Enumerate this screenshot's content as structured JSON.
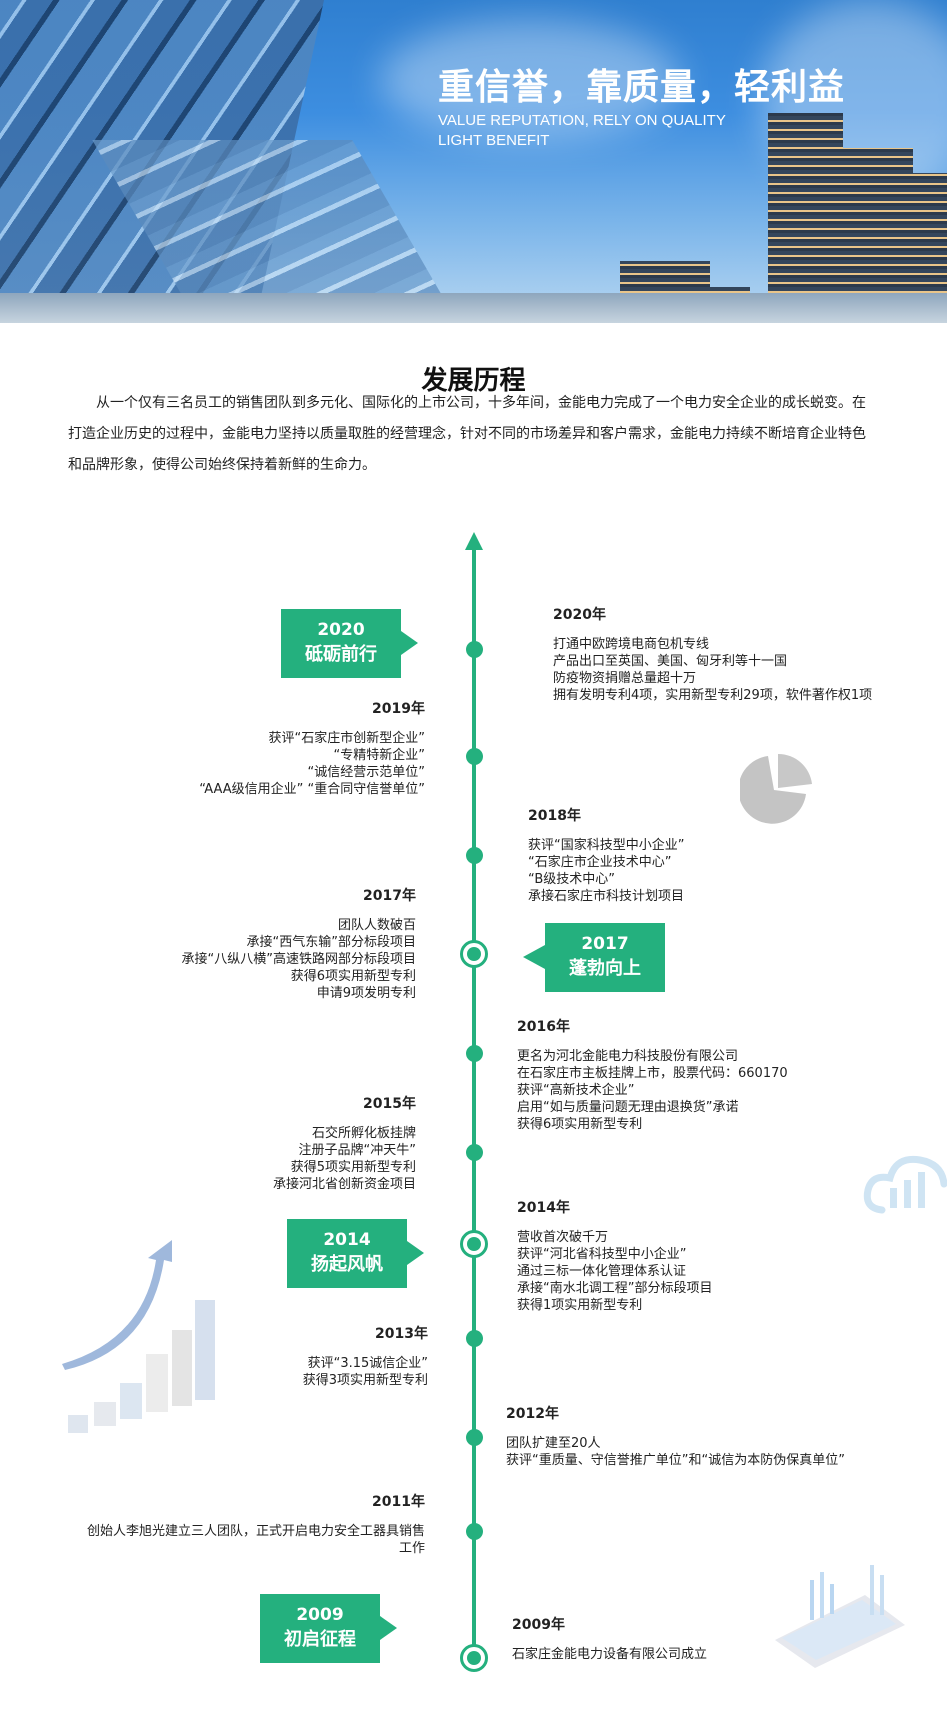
{
  "banner": {
    "headline": "重信誉，靠质量，轻利益",
    "subtitle_line1": "VALUE REPUTATION, RELY ON QUALITY",
    "subtitle_line2": "LIGHT BENEFIT"
  },
  "section": {
    "title": "发展历程",
    "intro": "从一个仅有三名员工的销售团队到多元化、国际化的上市公司，十多年间，金能电力完成了一个电力安全企业的成长蜕变。在打造企业历史的过程中，金能电力坚持以质量取胜的经营理念，针对不同的市场差异和客户需求，金能电力持续不断培育企业特色和品牌形象，使得公司始终保持着新鲜的生命力。"
  },
  "accent_color": "#24b07e",
  "badges": [
    {
      "year": "2020",
      "name": "砥砺前行"
    },
    {
      "year": "2017",
      "name": "蓬勃向上"
    },
    {
      "year": "2014",
      "name": "扬起风帆"
    },
    {
      "year": "2009",
      "name": "初启征程"
    }
  ],
  "events": [
    {
      "year": "2020年",
      "items": [
        "打通中欧跨境电商包机专线",
        "产品出口至英国、美国、匈牙利等十一国",
        "防疫物资捐赠总量超十万",
        "拥有发明专利4项，实用新型专利29项，软件著作权1项"
      ]
    },
    {
      "year": "2019年",
      "items": [
        "获评“石家庄市创新型企业”",
        "“专精特新企业”",
        "“诚信经营示范单位”",
        "“AAA级信用企业”  “重合同守信誉单位”"
      ]
    },
    {
      "year": "2018年",
      "items": [
        "获评“国家科技型中小企业”",
        "  “石家庄市企业技术中心”",
        "  “B级技术中心”",
        "承接石家庄市科技计划项目"
      ]
    },
    {
      "year": "2017年",
      "items": [
        "团队人数破百",
        "承接“西气东输”部分标段项目",
        "承接“八纵八横”高速铁路网部分标段项目",
        "获得6项实用新型专利",
        "申请9项发明专利"
      ]
    },
    {
      "year": "2016年",
      "items": [
        "更名为河北金能电力科技股份有限公司",
        "在石家庄市主板挂牌上市，股票代码：660170",
        "获评“高新技术企业”",
        "启用“如与质量问题无理由退换货”承诺",
        "获得6项实用新型专利"
      ]
    },
    {
      "year": "2015年",
      "items": [
        "石交所孵化板挂牌",
        "注册子品牌“冲天牛”",
        "获得5项实用新型专利",
        "承接河北省创新资金项目"
      ]
    },
    {
      "year": "2014年",
      "items": [
        "营收首次破千万",
        "获评“河北省科技型中小企业”",
        "通过三标一体化管理体系认证",
        "承接“南水北调工程”部分标段项目",
        "获得1项实用新型专利"
      ]
    },
    {
      "year": "2013年",
      "items": [
        "获评“3.15诚信企业”",
        "获得3项实用新型专利"
      ]
    },
    {
      "year": "2012年",
      "items": [
        "团队扩建至20人",
        "获评“重质量、守信誉推广单位”和“诚信为本防伪保真单位”"
      ]
    },
    {
      "year": "2011年",
      "items": [
        "创始人李旭光建立三人团队，正式开启电力安全工器具销售工作"
      ]
    },
    {
      "year": "2009年",
      "items": [
        "石家庄金能电力设备有限公司成立"
      ]
    }
  ]
}
